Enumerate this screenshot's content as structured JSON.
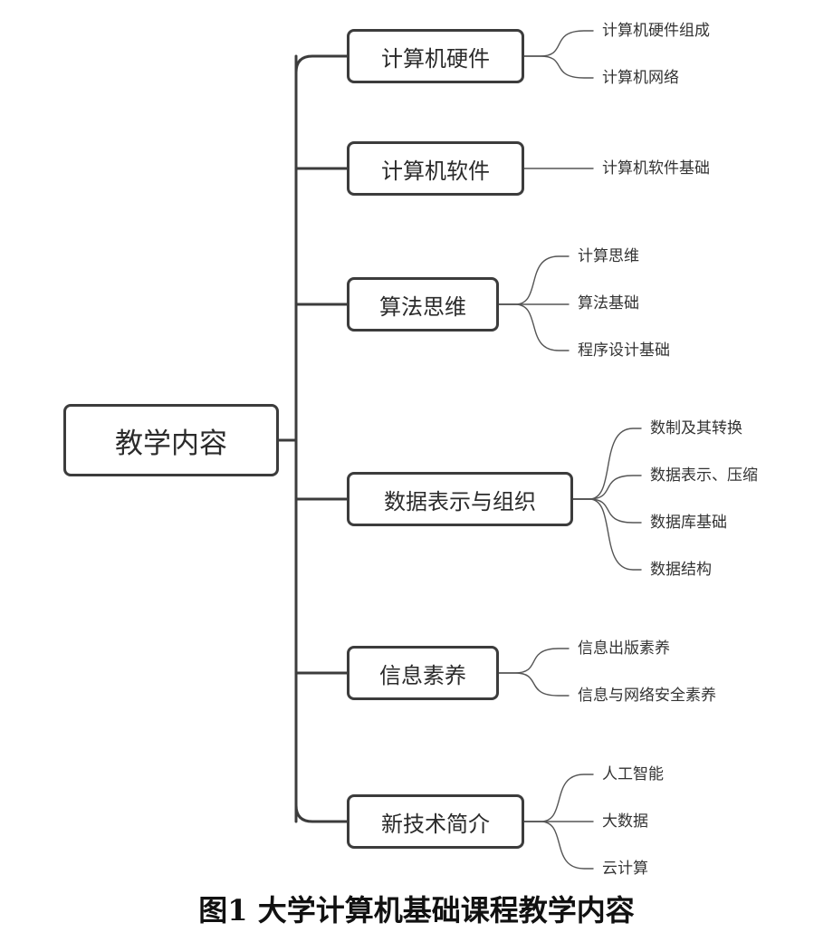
{
  "root": {
    "label": "教学内容"
  },
  "branches": [
    {
      "label": "计算机硬件",
      "children": [
        "计算机硬件组成",
        "计算机网络"
      ]
    },
    {
      "label": "计算机软件",
      "children": [
        "计算机软件基础"
      ]
    },
    {
      "label": "算法思维",
      "children": [
        "计算思维",
        "算法基础",
        "程序设计基础"
      ]
    },
    {
      "label": "数据表示与组织",
      "children": [
        "数制及其转换",
        "数据表示、压缩",
        "数据库基础",
        "数据结构"
      ]
    },
    {
      "label": "信息素养",
      "children": [
        "信息出版素养",
        "信息与网络安全素养"
      ]
    },
    {
      "label": "新技术简介",
      "children": [
        "人工智能",
        "大数据",
        "云计算"
      ]
    }
  ],
  "caption": "图1  大学计算机基础课程教学内容"
}
